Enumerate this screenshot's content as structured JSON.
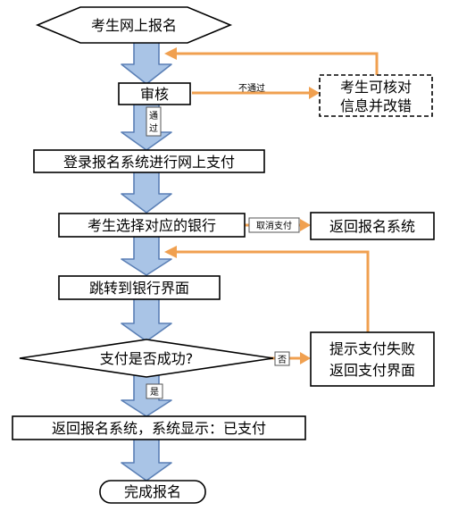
{
  "nodes": {
    "start": "考生网上报名",
    "review": "审核",
    "fix_line1": "考生可核对",
    "fix_line2": "信息并改错",
    "login_pay": "登录报名系统进行网上支付",
    "choose_bank": "考生选择对应的银行",
    "return_system": "返回报名系统",
    "bank_page": "跳转到银行界面",
    "pay_success": "支付是否成功?",
    "fail_line1": "提示支付失败",
    "fail_line2": "返回支付界面",
    "paid": "返回报名系统，系统显示：已支付",
    "end": "完成报名"
  },
  "edge_labels": {
    "not_pass": "不通过",
    "pass_1": "通",
    "pass_2": "过",
    "cancel_pay": "取消支付",
    "no": "否",
    "yes": "是"
  },
  "colors": {
    "flow_arrow": "#a9c4e6",
    "feedback_arrow": "#f0a050"
  }
}
